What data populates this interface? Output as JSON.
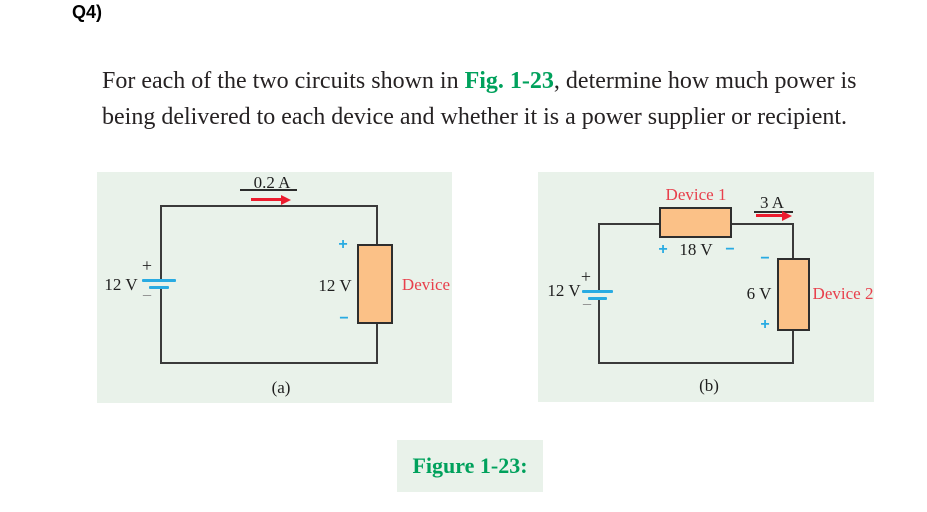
{
  "question": {
    "number": "Q4)",
    "text_before": "For each of the two circuits shown in ",
    "figure_ref": "Fig. 1-23",
    "text_after": ", determine how much power is being delivered to each device and whether it is a power supplier or recipient."
  },
  "figure": {
    "caption": "Figure 1-23:",
    "symbols": {
      "plus": "+",
      "minus": "−"
    },
    "colors": {
      "panel_bg": "#e9f2ea",
      "wire": "#3a3a3a",
      "device_fill": "#fbc187",
      "device_border": "#2e2e2e",
      "battery_cyan": "#29abe2",
      "arrow_red": "#ec1c2e",
      "device_text_red": "#e8404c",
      "figure_green": "#00a15c",
      "battery_minus_gray": "#8c8c8c"
    },
    "circuit_a": {
      "panel_label": "(a)",
      "current": "0.2 A",
      "source_voltage": "12 V",
      "device_voltage": "12 V",
      "device_name": "Device"
    },
    "circuit_b": {
      "panel_label": "(b)",
      "current": "3 A",
      "source_voltage": "12 V",
      "device1_name": "Device 1",
      "device1_voltage": "18 V",
      "device2_name": "Device 2",
      "device2_voltage": "6 V"
    }
  }
}
